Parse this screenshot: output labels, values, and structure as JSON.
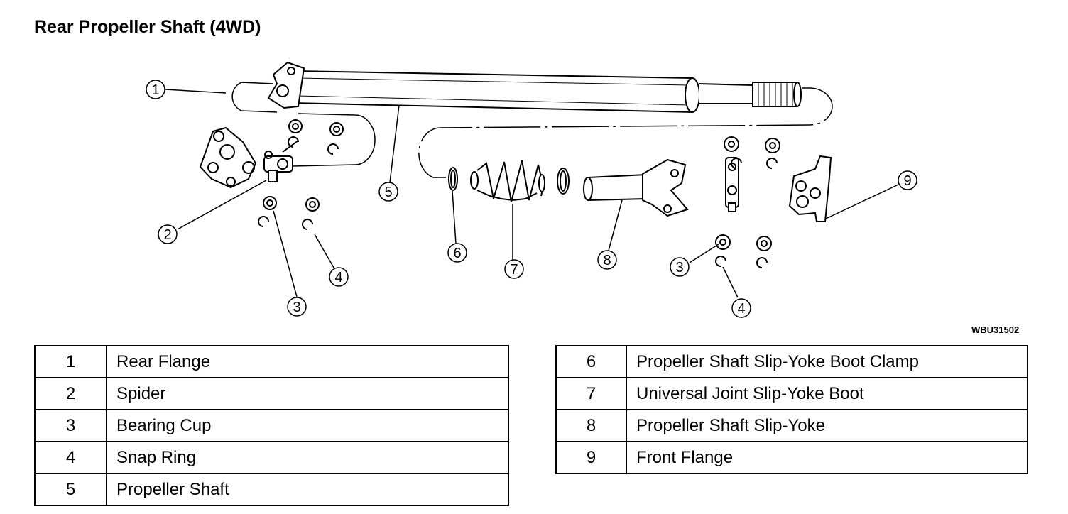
{
  "title": "Rear Propeller Shaft (4WD)",
  "figure_code": "WBU31502",
  "callouts": {
    "rear_flange": "1",
    "spider": "2",
    "bearing_cup_left": "3",
    "snap_ring_left": "4",
    "propeller_shaft": "5",
    "boot_clamp": "6",
    "slip_yoke_boot": "7",
    "slip_yoke": "8",
    "front_flange": "9",
    "bearing_cup_right": "3",
    "snap_ring_right": "4"
  },
  "legend_left": [
    {
      "num": "1",
      "name": "Rear Flange"
    },
    {
      "num": "2",
      "name": "Spider"
    },
    {
      "num": "3",
      "name": "Bearing Cup"
    },
    {
      "num": "4",
      "name": "Snap Ring"
    },
    {
      "num": "5",
      "name": "Propeller Shaft"
    }
  ],
  "legend_right": [
    {
      "num": "6",
      "name": "Propeller Shaft Slip-Yoke Boot Clamp"
    },
    {
      "num": "7",
      "name": "Universal Joint Slip-Yoke Boot"
    },
    {
      "num": "8",
      "name": "Propeller Shaft Slip-Yoke"
    },
    {
      "num": "9",
      "name": "Front Flange"
    }
  ]
}
